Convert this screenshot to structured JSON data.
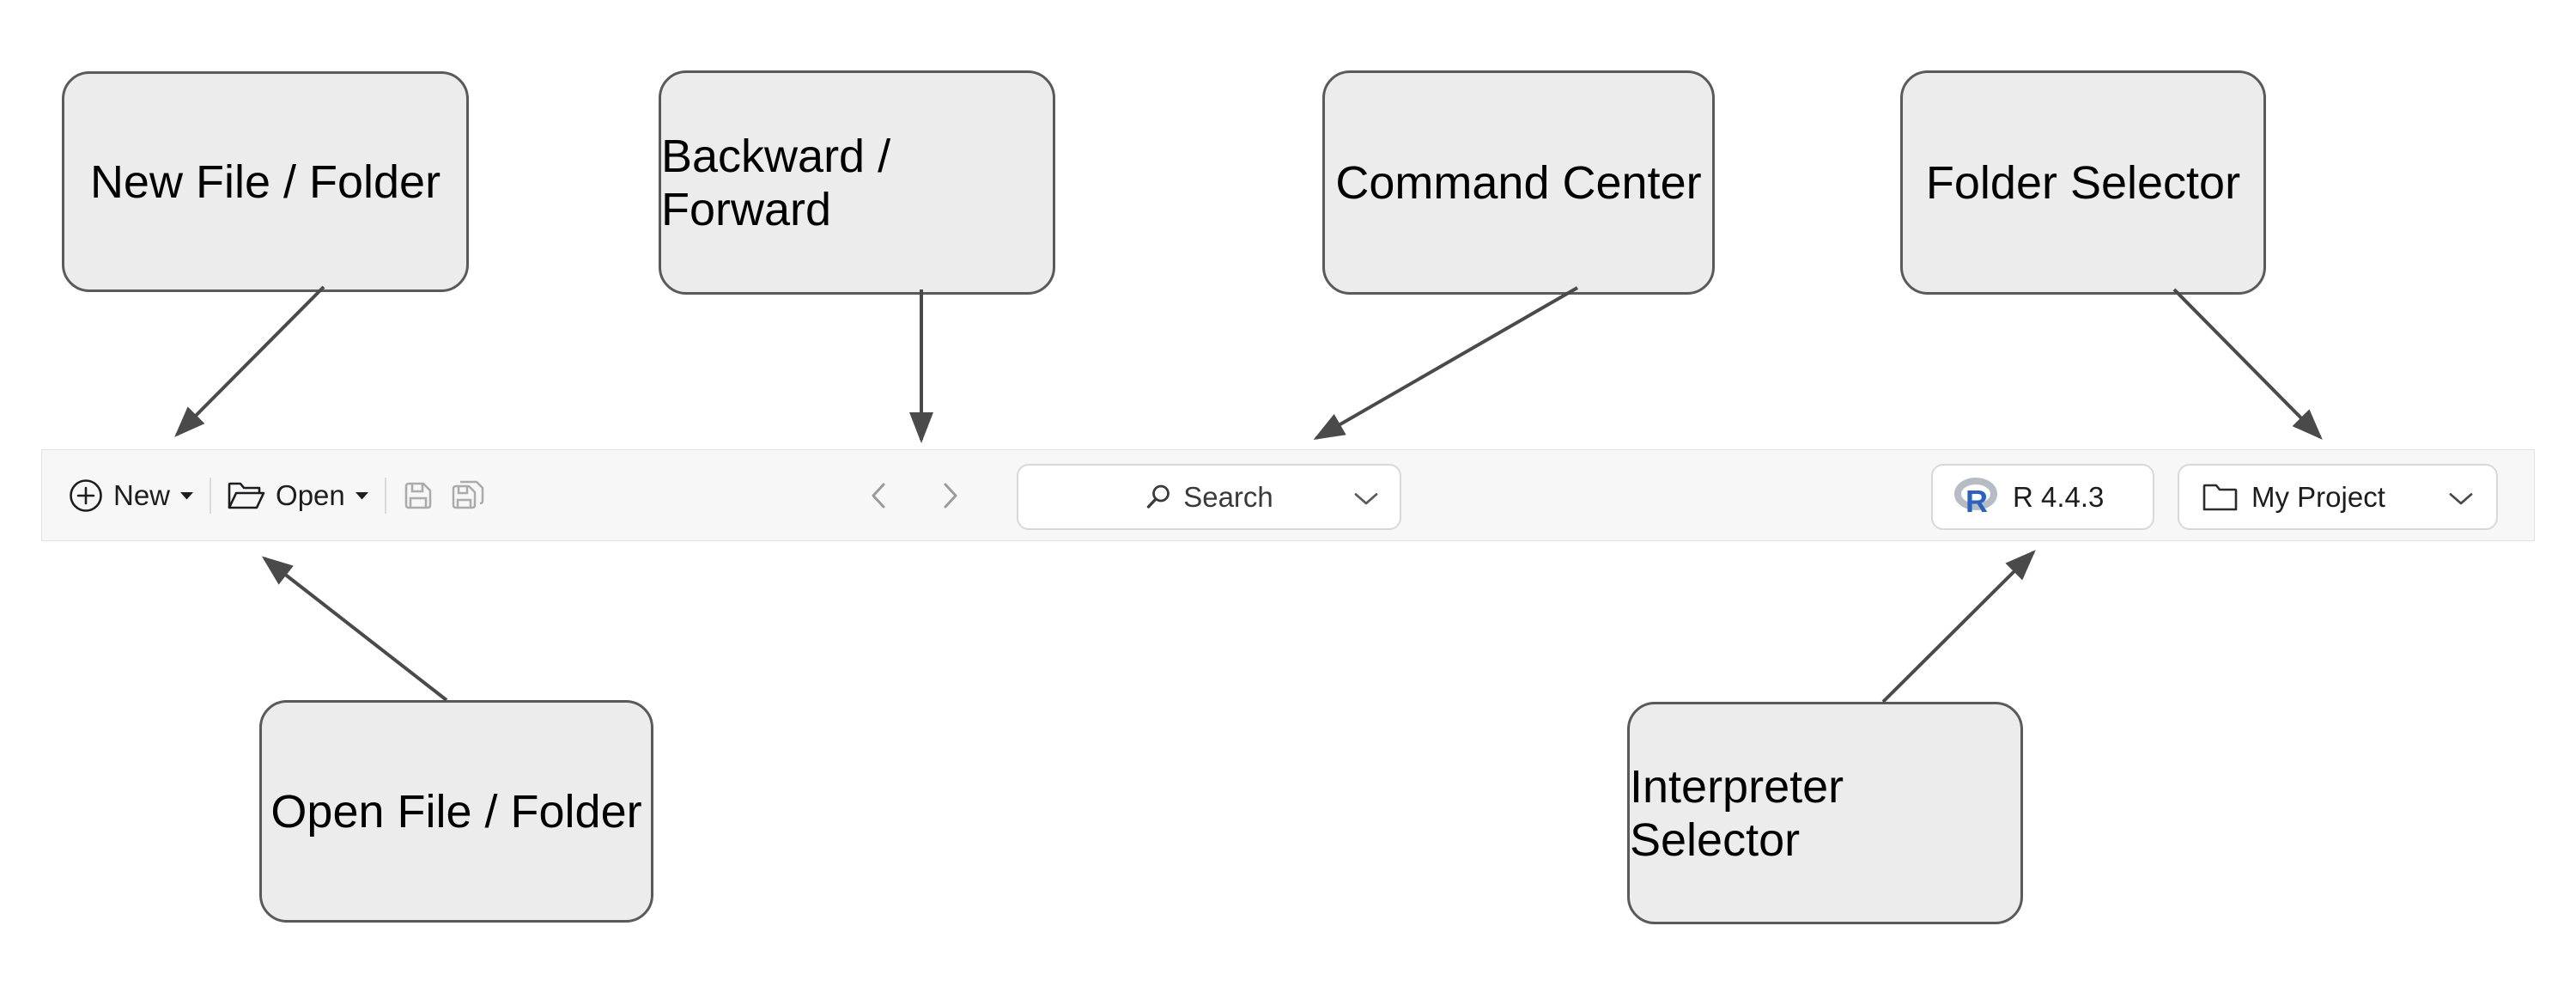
{
  "callouts": {
    "new_file_folder": {
      "label": "New File / Folder"
    },
    "backward_forward": {
      "label": "Backward / Forward"
    },
    "command_center": {
      "label": "Command Center"
    },
    "folder_selector": {
      "label": "Folder Selector"
    },
    "open_file_folder": {
      "label": "Open File / Folder"
    },
    "interpreter_selector": {
      "label": "Interpreter Selector"
    }
  },
  "toolbar": {
    "new": {
      "label": "New",
      "icon": "plus-circle-icon",
      "dropdown_icon": "caret-down-icon"
    },
    "open": {
      "label": "Open",
      "icon": "folder-open-icon",
      "dropdown_icon": "caret-down-icon"
    },
    "save": {
      "icon": "save-icon"
    },
    "save_all": {
      "icon": "save-all-icon"
    },
    "back": {
      "icon": "chevron-left-icon"
    },
    "forward": {
      "icon": "chevron-right-icon"
    },
    "command_center": {
      "label": "Search",
      "left_icon": "search-icon",
      "right_icon": "chevron-down-icon"
    },
    "interpreter": {
      "label": "R 4.4.3",
      "icon": "r-logo-icon",
      "logo_letter": "R"
    },
    "project": {
      "label": "My Project",
      "icon": "folder-icon",
      "right_icon": "chevron-down-icon"
    }
  },
  "colors": {
    "box_fill": "#ececec",
    "box_border": "#595a5c",
    "arrow": "#4a4a4a",
    "toolbar_bg": "#f7f7f8",
    "button_border": "#d8d8d8",
    "r_logo_blue": "#2b62bd",
    "r_logo_ring": "#b7bcc4",
    "disabled_icon_gray": "#ababab",
    "nav_chevron_gray": "#9b9b9b"
  }
}
